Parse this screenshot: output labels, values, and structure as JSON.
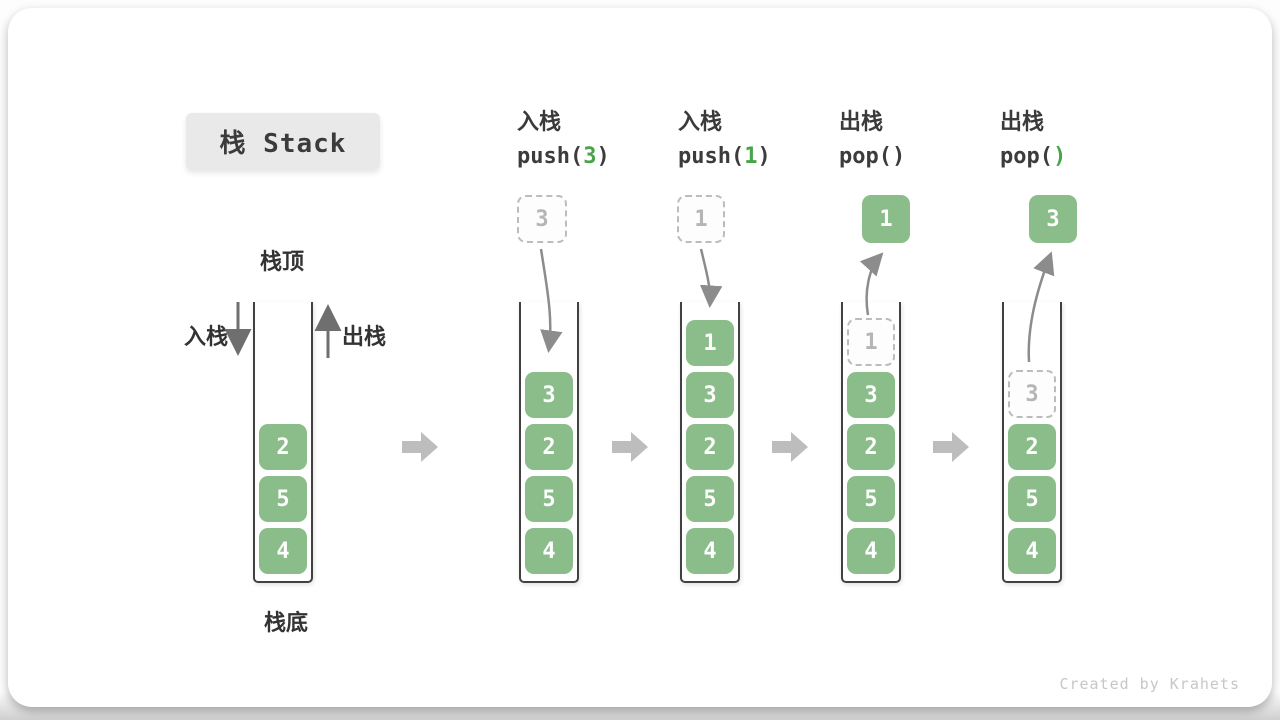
{
  "title": "栈 Stack",
  "side_labels": {
    "stack_top": "栈顶",
    "stack_bottom": "栈底",
    "push_label": "入栈",
    "pop_label": "出栈"
  },
  "watermark": "Created by Krahets",
  "colors": {
    "block_green": "#8abd8a",
    "accent_green": "#47a447",
    "arrow_gray": "#8c8c8c",
    "side_arrow_gray": "#6f6f6f",
    "step_arrow_gray": "#bdbdbd"
  },
  "columns": [
    {
      "name": "initial-stack",
      "stack": [
        {
          "value": "2"
        },
        {
          "value": "5"
        },
        {
          "value": "4"
        }
      ]
    },
    {
      "name": "after-push-3",
      "header": {
        "op": "入栈",
        "code_pre": "push(",
        "code_num": "3",
        "code_post": ")"
      },
      "floating": {
        "value": "3",
        "variant": "dashed"
      },
      "stack": [
        {
          "value": "3"
        },
        {
          "value": "2"
        },
        {
          "value": "5"
        },
        {
          "value": "4"
        }
      ]
    },
    {
      "name": "after-push-1",
      "header": {
        "op": "入栈",
        "code_pre": "push(",
        "code_num": "1",
        "code_post": ")"
      },
      "floating": {
        "value": "1",
        "variant": "dashed"
      },
      "stack": [
        {
          "value": "1"
        },
        {
          "value": "3"
        },
        {
          "value": "2"
        },
        {
          "value": "5"
        },
        {
          "value": "4"
        }
      ]
    },
    {
      "name": "after-pop-1",
      "header": {
        "op": "出栈",
        "code_pre": "pop(",
        "code_num": "",
        "code_post": ")"
      },
      "floating": {
        "value": "1",
        "variant": "solid"
      },
      "stack": [
        {
          "value": "1"
        },
        {
          "value": "3"
        },
        {
          "value": "2"
        },
        {
          "value": "5"
        },
        {
          "value": "4"
        }
      ]
    },
    {
      "name": "after-pop-3",
      "header": {
        "op": "出栈",
        "code_pre": "pop(",
        "code_num": "",
        "code_post": ")"
      },
      "floating": {
        "value": "3",
        "variant": "solid"
      },
      "stack": [
        {
          "value": "3"
        },
        {
          "value": "2"
        },
        {
          "value": "5"
        },
        {
          "value": "4"
        }
      ]
    }
  ]
}
